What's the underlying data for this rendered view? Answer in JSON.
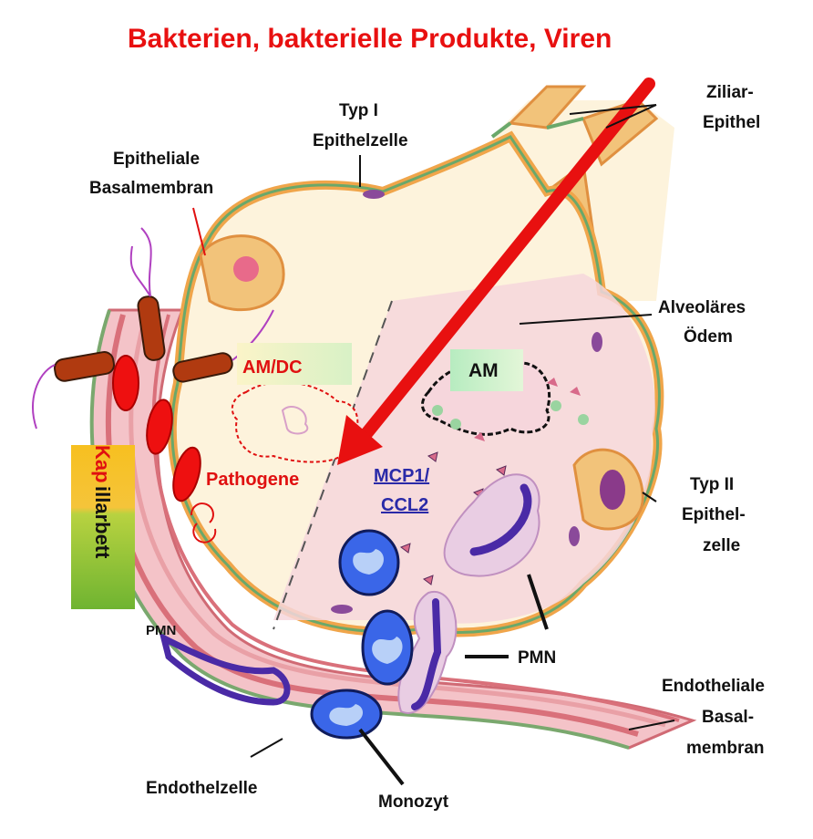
{
  "title": "Bakterien, bakterielle Produkte, Viren",
  "labels": {
    "typ1_line1": "Typ I",
    "typ1_line2": "Epithelzelle",
    "basal_line1": "Epitheliale",
    "basal_line2": "Basalmembran",
    "ziliar_line1": "Ziliar-",
    "ziliar_line2": "Epithel",
    "oedem_line1": "Alveoläres",
    "oedem_line2": "Ödem",
    "typ2_line1": "Typ II",
    "typ2_line2": "Epithel-",
    "typ2_line3": "zelle",
    "endo_basal_line1": "Endotheliale",
    "endo_basal_line2": "Basal-",
    "endo_basal_line3": "membran",
    "endothelzelle": "Endothelzelle",
    "monozyt": "Monozyt",
    "pmn_right": "PMN",
    "pmn_vessel": "PMN",
    "am_dc": "AM/DC",
    "am": "AM",
    "pathogene": "Pathogene",
    "mcp_line1": "MCP1/",
    "mcp_line2": "CCL2",
    "kapillarbett_part1": "Kap",
    "kapillarbett_part2": "illarbett"
  },
  "colors": {
    "title": "#e81010",
    "arrow": "#e81010",
    "alveolus_fill": "#fdf3dc",
    "edema_fill": "#f6d6dc",
    "epithelium": "#f0a54a",
    "basement": "#6aa86a",
    "vessel": "#e98a8f",
    "monocyte": "#3a66e8",
    "pmn": "#4a2aa6",
    "kap_yellow": "#f5b51c",
    "kap_green": "#8cc43c"
  }
}
